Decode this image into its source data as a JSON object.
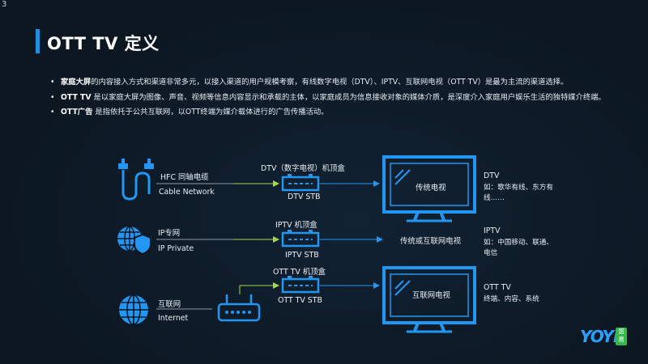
{
  "page_number": "3",
  "title": "OTT TV 定义",
  "bullets": [
    {
      "bold": "家庭大屏",
      "text": "的内容接入方式和渠道非常多元，以接入渠道的用户规模考察，有线数字电视（DTV）、IPTV、互联网电视（OTT TV）是最为主流的渠道选择。"
    },
    {
      "bold": "OTT  TV",
      "text": " 是以家庭大屏为图像、声音、视频等信息内容显示和承载的主体，以家庭成员为信息接收对象的媒体介质，是深度介入家庭用户娱乐生活的独特媒介终端。"
    },
    {
      "bold": "OTT广告",
      "text": " 是指依托于公共互联网，以OTT终端为媒介载体进行的广告传播活动。"
    }
  ],
  "rows": {
    "dtv": {
      "source_cn": "HFC 同轴电缆",
      "source_en": "Cable Network",
      "box_top": "DTV（数字电视）机顶盒",
      "box_bottom": "DTV STB",
      "screen": "传统电视",
      "right_title": "DTV",
      "right_desc": "如：歌华有线、东方有线……"
    },
    "iptv": {
      "source_cn": "IP专网",
      "source_en": "IP Private",
      "box_top": "IPTV 机顶盒",
      "box_bottom": "IPTV STB",
      "screen": "传统或互联网电视",
      "right_title": "IPTV",
      "right_desc": "如：中国移动、联通、电信"
    },
    "ott": {
      "source_cn": "互联网",
      "source_en": "Internet",
      "box_top": "OTT TV 机顶盒",
      "box_bottom": "OTT TV STB",
      "screen": "互联网电视",
      "right_title": "OTT TV",
      "right_desc": "终端、内容、系统"
    }
  },
  "logo": {
    "text": "YOYi",
    "badge": "悠易"
  },
  "colors": {
    "accent": "#1f8fe0",
    "icon": "#2196f3",
    "arrow": "#a6d84a",
    "bg": "#0c1722"
  }
}
